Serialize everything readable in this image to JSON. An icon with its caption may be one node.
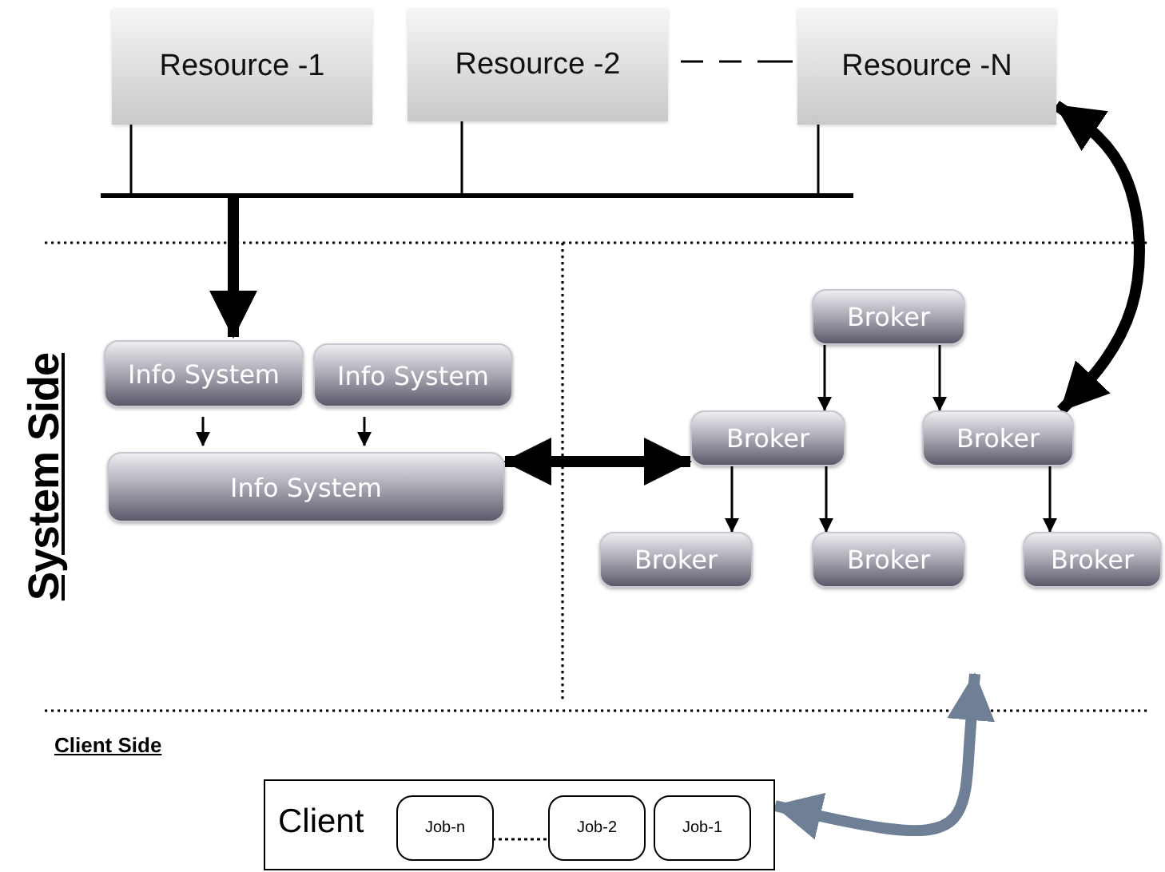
{
  "diagram": {
    "nodes": [
      {
        "text": [
          "Resource -1"
        ]
      },
      {
        "text": [
          "Resource -2"
        ]
      },
      {
        "text": [
          "Resource -N"
        ]
      },
      {
        "text": [],
        "shape": "bar"
      },
      {
        "text": [
          "Info System"
        ]
      },
      {
        "text": [
          "Info System"
        ]
      },
      {
        "text": [
          "Info System"
        ]
      },
      {
        "text": [
          "Broker"
        ]
      },
      {
        "text": [
          "Broker"
        ]
      },
      {
        "text": [
          "Broker"
        ]
      },
      {
        "text": [
          "Broker"
        ]
      },
      {
        "text": [
          "Broker"
        ]
      },
      {
        "text": [
          "Broker"
        ]
      },
      {
        "text": [
          "Client"
        ]
      },
      {
        "text": [
          "Job-n"
        ],
        "in": 13
      },
      {
        "text": [
          "Job-2"
        ],
        "in": 13
      },
      {
        "text": [
          "Job-1"
        ],
        "in": 13
      }
    ],
    "edges": [
      {
        "from": 0,
        "to": 3,
        "arrow": "none"
      },
      {
        "from": 1,
        "to": 3,
        "arrow": "none"
      },
      {
        "from": 2,
        "to": 3,
        "arrow": "none"
      },
      {
        "from": 1,
        "to": 2,
        "arrow": "none",
        "style": "dashed"
      },
      {
        "from": 3,
        "to": 4,
        "arrow": "to",
        "style": "thick"
      },
      {
        "from": 4,
        "to": 6,
        "arrow": "to"
      },
      {
        "from": 5,
        "to": 6,
        "arrow": "to"
      },
      {
        "from": 6,
        "to": 8,
        "arrow": "both",
        "style": "thick"
      },
      {
        "from": 7,
        "to": 8,
        "arrow": "to"
      },
      {
        "from": 7,
        "to": 9,
        "arrow": "to"
      },
      {
        "from": 8,
        "to": 10,
        "arrow": "to"
      },
      {
        "from": 8,
        "to": 11,
        "arrow": "to"
      },
      {
        "from": 9,
        "to": 12,
        "arrow": "to"
      },
      {
        "from": 2,
        "to": 9,
        "arrow": "both",
        "style": "thick"
      },
      {
        "from": 13,
        "to": null,
        "arrow": "both",
        "style": "thick",
        "color": "#6f7f96"
      },
      {
        "from": 14,
        "to": 15,
        "arrow": "none",
        "style": "dashed"
      }
    ],
    "labels": [
      "System Side",
      "Client Side"
    ]
  }
}
